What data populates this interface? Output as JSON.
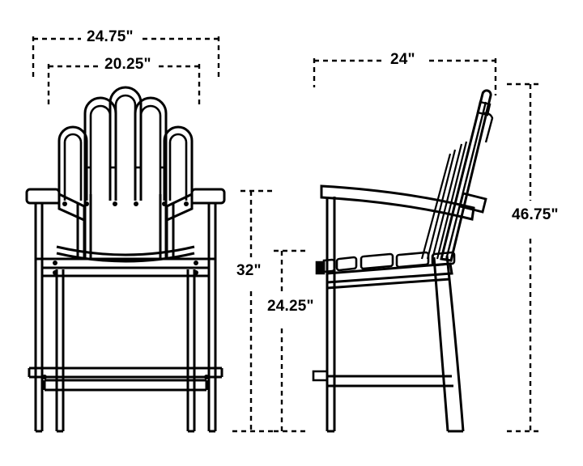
{
  "document": {
    "type": "technical-dimension-drawing",
    "subject": "Outdoor counter-height arm chair",
    "background_color": "#ffffff",
    "line_color": "#000000"
  },
  "views": [
    {
      "id": "front-view",
      "name": "Front view",
      "description": "Fan-back counter height arm chair seen from the front"
    },
    {
      "id": "side-view",
      "name": "Side view",
      "description": "Counter height arm chair seen from the side"
    }
  ],
  "dimensions": {
    "overall_width": {
      "label": "24.75\"",
      "value": 24.75,
      "unit": "in",
      "view": "front-view",
      "orientation": "horizontal"
    },
    "seat_width": {
      "label": "20.25\"",
      "value": 20.25,
      "unit": "in",
      "view": "front-view",
      "orientation": "horizontal"
    },
    "overall_depth": {
      "label": "24\"",
      "value": 24,
      "unit": "in",
      "view": "side-view",
      "orientation": "horizontal"
    },
    "overall_height": {
      "label": "46.75\"",
      "value": 46.75,
      "unit": "in",
      "view": "side-view",
      "orientation": "vertical"
    },
    "arm_height": {
      "label": "32\"",
      "value": 32,
      "unit": "in",
      "view": "side-view",
      "orientation": "vertical"
    },
    "seat_height": {
      "label": "24.25\"",
      "value": 24.25,
      "unit": "in",
      "view": "side-view",
      "orientation": "vertical"
    }
  }
}
